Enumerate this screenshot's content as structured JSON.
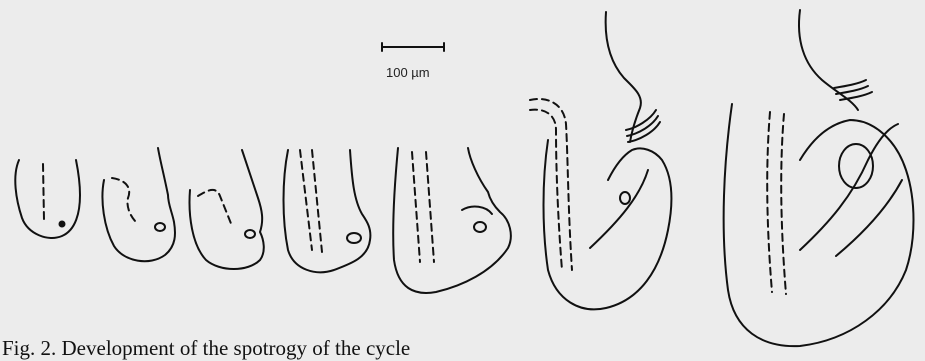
{
  "figure": {
    "scale_bar_label": "100 µm",
    "stage_count": 7
  },
  "caption": "Fig. 2. Development of the spotrogy of the cycle"
}
